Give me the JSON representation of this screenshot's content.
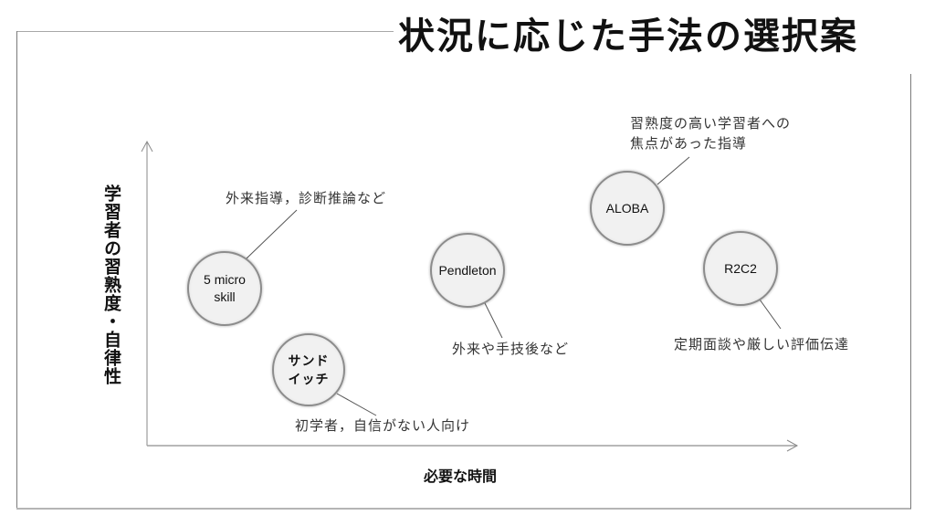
{
  "title": "状況に応じた手法の選択案",
  "axes": {
    "y_label": "学習者の習熟度・自律性",
    "x_label": "必要な時間"
  },
  "methods": [
    {
      "id": "five-micro-skill",
      "label": "5 micro\nskill",
      "note": "外来指導，診断推論など"
    },
    {
      "id": "sandwich",
      "label": "サンド\nイッチ",
      "note": "初学者，自信がない人向け"
    },
    {
      "id": "pendleton",
      "label": "Pendleton",
      "note": "外来や手技後など"
    },
    {
      "id": "aloba",
      "label": "ALOBA",
      "note": "習熟度の高い学習者への\n焦点があった指導"
    },
    {
      "id": "r2c2",
      "label": "R2C2",
      "note": "定期面談や厳しい評価伝達"
    }
  ],
  "colors": {
    "bubble_fill": "#f1f1f1",
    "bubble_border": "#8c8c8c",
    "text": "#111111",
    "axis": "#8a8a8a"
  }
}
